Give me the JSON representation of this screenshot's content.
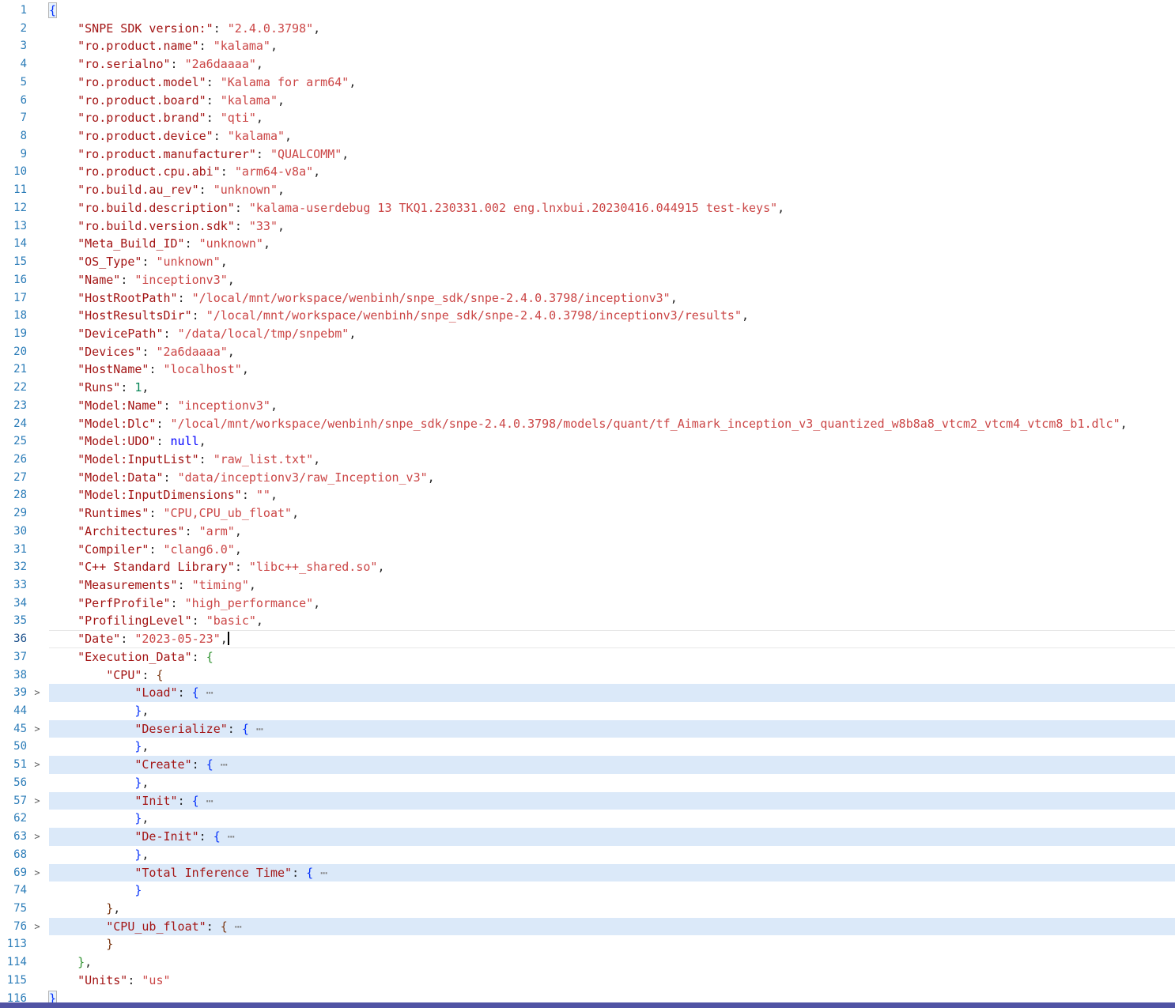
{
  "editor": {
    "fold_collapsed_glyph": ">",
    "ellipsis_glyph": "⋯",
    "colors": {
      "key": "#a31515",
      "string": "#cb4646",
      "number": "#098658",
      "null_literal": "#0000ff",
      "punctuation": "#242424",
      "bracket_level1": "#0431fa",
      "bracket_level2": "#319331",
      "bracket_level3": "#7b3814",
      "ellipsis": "#7d7d7d",
      "fold_highlight": "#dbe9f9",
      "line_number": "#2b7cb8",
      "active_line_number": "#1a4f8a",
      "current_line_border": "#e7e7e7",
      "bracket_match_bg": "#e8f2fc",
      "bracket_match_border": "#b5b5b5",
      "bottom_bar": "#5053a4",
      "background": "#ffffff",
      "fold_icon": "#5f5f5f"
    }
  },
  "lines": [
    {
      "n": "1",
      "t": [
        [
          "{",
          "b1 m"
        ]
      ]
    },
    {
      "n": "2",
      "t": [
        [
          "    ",
          "p"
        ],
        [
          "\"SNPE SDK version:\"",
          "k"
        ],
        [
          ": ",
          "p"
        ],
        [
          "\"2.4.0.3798\"",
          "s"
        ],
        [
          ",",
          "p"
        ]
      ]
    },
    {
      "n": "3",
      "t": [
        [
          "    ",
          "p"
        ],
        [
          "\"ro.product.name\"",
          "k"
        ],
        [
          ": ",
          "p"
        ],
        [
          "\"kalama\"",
          "s"
        ],
        [
          ",",
          "p"
        ]
      ]
    },
    {
      "n": "4",
      "t": [
        [
          "    ",
          "p"
        ],
        [
          "\"ro.serialno\"",
          "k"
        ],
        [
          ": ",
          "p"
        ],
        [
          "\"2a6daaaa\"",
          "s"
        ],
        [
          ",",
          "p"
        ]
      ]
    },
    {
      "n": "5",
      "t": [
        [
          "    ",
          "p"
        ],
        [
          "\"ro.product.model\"",
          "k"
        ],
        [
          ": ",
          "p"
        ],
        [
          "\"Kalama for arm64\"",
          "s"
        ],
        [
          ",",
          "p"
        ]
      ]
    },
    {
      "n": "6",
      "t": [
        [
          "    ",
          "p"
        ],
        [
          "\"ro.product.board\"",
          "k"
        ],
        [
          ": ",
          "p"
        ],
        [
          "\"kalama\"",
          "s"
        ],
        [
          ",",
          "p"
        ]
      ]
    },
    {
      "n": "7",
      "t": [
        [
          "    ",
          "p"
        ],
        [
          "\"ro.product.brand\"",
          "k"
        ],
        [
          ": ",
          "p"
        ],
        [
          "\"qti\"",
          "s"
        ],
        [
          ",",
          "p"
        ]
      ]
    },
    {
      "n": "8",
      "t": [
        [
          "    ",
          "p"
        ],
        [
          "\"ro.product.device\"",
          "k"
        ],
        [
          ": ",
          "p"
        ],
        [
          "\"kalama\"",
          "s"
        ],
        [
          ",",
          "p"
        ]
      ]
    },
    {
      "n": "9",
      "t": [
        [
          "    ",
          "p"
        ],
        [
          "\"ro.product.manufacturer\"",
          "k"
        ],
        [
          ": ",
          "p"
        ],
        [
          "\"QUALCOMM\"",
          "s"
        ],
        [
          ",",
          "p"
        ]
      ]
    },
    {
      "n": "10",
      "t": [
        [
          "    ",
          "p"
        ],
        [
          "\"ro.product.cpu.abi\"",
          "k"
        ],
        [
          ": ",
          "p"
        ],
        [
          "\"arm64-v8a\"",
          "s"
        ],
        [
          ",",
          "p"
        ]
      ]
    },
    {
      "n": "11",
      "t": [
        [
          "    ",
          "p"
        ],
        [
          "\"ro.build.au_rev\"",
          "k"
        ],
        [
          ": ",
          "p"
        ],
        [
          "\"unknown\"",
          "s"
        ],
        [
          ",",
          "p"
        ]
      ]
    },
    {
      "n": "12",
      "t": [
        [
          "    ",
          "p"
        ],
        [
          "\"ro.build.description\"",
          "k"
        ],
        [
          ": ",
          "p"
        ],
        [
          "\"kalama-userdebug 13 TKQ1.230331.002 eng.lnxbui.20230416.044915 test-keys\"",
          "s"
        ],
        [
          ",",
          "p"
        ]
      ]
    },
    {
      "n": "13",
      "t": [
        [
          "    ",
          "p"
        ],
        [
          "\"ro.build.version.sdk\"",
          "k"
        ],
        [
          ": ",
          "p"
        ],
        [
          "\"33\"",
          "s"
        ],
        [
          ",",
          "p"
        ]
      ]
    },
    {
      "n": "14",
      "t": [
        [
          "    ",
          "p"
        ],
        [
          "\"Meta_Build_ID\"",
          "k"
        ],
        [
          ": ",
          "p"
        ],
        [
          "\"unknown\"",
          "s"
        ],
        [
          ",",
          "p"
        ]
      ]
    },
    {
      "n": "15",
      "t": [
        [
          "    ",
          "p"
        ],
        [
          "\"OS_Type\"",
          "k"
        ],
        [
          ": ",
          "p"
        ],
        [
          "\"unknown\"",
          "s"
        ],
        [
          ",",
          "p"
        ]
      ]
    },
    {
      "n": "16",
      "t": [
        [
          "    ",
          "p"
        ],
        [
          "\"Name\"",
          "k"
        ],
        [
          ": ",
          "p"
        ],
        [
          "\"inceptionv3\"",
          "s"
        ],
        [
          ",",
          "p"
        ]
      ]
    },
    {
      "n": "17",
      "t": [
        [
          "    ",
          "p"
        ],
        [
          "\"HostRootPath\"",
          "k"
        ],
        [
          ": ",
          "p"
        ],
        [
          "\"/local/mnt/workspace/wenbinh/snpe_sdk/snpe-2.4.0.3798/inceptionv3\"",
          "s"
        ],
        [
          ",",
          "p"
        ]
      ]
    },
    {
      "n": "18",
      "t": [
        [
          "    ",
          "p"
        ],
        [
          "\"HostResultsDir\"",
          "k"
        ],
        [
          ": ",
          "p"
        ],
        [
          "\"/local/mnt/workspace/wenbinh/snpe_sdk/snpe-2.4.0.3798/inceptionv3/results\"",
          "s"
        ],
        [
          ",",
          "p"
        ]
      ]
    },
    {
      "n": "19",
      "t": [
        [
          "    ",
          "p"
        ],
        [
          "\"DevicePath\"",
          "k"
        ],
        [
          ": ",
          "p"
        ],
        [
          "\"/data/local/tmp/snpebm\"",
          "s"
        ],
        [
          ",",
          "p"
        ]
      ]
    },
    {
      "n": "20",
      "t": [
        [
          "    ",
          "p"
        ],
        [
          "\"Devices\"",
          "k"
        ],
        [
          ": ",
          "p"
        ],
        [
          "\"2a6daaaa\"",
          "s"
        ],
        [
          ",",
          "p"
        ]
      ]
    },
    {
      "n": "21",
      "t": [
        [
          "    ",
          "p"
        ],
        [
          "\"HostName\"",
          "k"
        ],
        [
          ": ",
          "p"
        ],
        [
          "\"localhost\"",
          "s"
        ],
        [
          ",",
          "p"
        ]
      ]
    },
    {
      "n": "22",
      "t": [
        [
          "    ",
          "p"
        ],
        [
          "\"Runs\"",
          "k"
        ],
        [
          ": ",
          "p"
        ],
        [
          "1",
          "n"
        ],
        [
          ",",
          "p"
        ]
      ]
    },
    {
      "n": "23",
      "t": [
        [
          "    ",
          "p"
        ],
        [
          "\"Model:Name\"",
          "k"
        ],
        [
          ": ",
          "p"
        ],
        [
          "\"inceptionv3\"",
          "s"
        ],
        [
          ",",
          "p"
        ]
      ]
    },
    {
      "n": "24",
      "t": [
        [
          "    ",
          "p"
        ],
        [
          "\"Model:Dlc\"",
          "k"
        ],
        [
          ": ",
          "p"
        ],
        [
          "\"/local/mnt/workspace/wenbinh/snpe_sdk/snpe-2.4.0.3798/models/quant/tf_Aimark_inception_v3_quantized_w8b8a8_vtcm2_vtcm4_vtcm8_b1.dlc\"",
          "s"
        ],
        [
          ",",
          "p"
        ]
      ]
    },
    {
      "n": "25",
      "t": [
        [
          "    ",
          "p"
        ],
        [
          "\"Model:UDO\"",
          "k"
        ],
        [
          ": ",
          "p"
        ],
        [
          "null",
          "u"
        ],
        [
          ",",
          "p"
        ]
      ]
    },
    {
      "n": "26",
      "t": [
        [
          "    ",
          "p"
        ],
        [
          "\"Model:InputList\"",
          "k"
        ],
        [
          ": ",
          "p"
        ],
        [
          "\"raw_list.txt\"",
          "s"
        ],
        [
          ",",
          "p"
        ]
      ]
    },
    {
      "n": "27",
      "t": [
        [
          "    ",
          "p"
        ],
        [
          "\"Model:Data\"",
          "k"
        ],
        [
          ": ",
          "p"
        ],
        [
          "\"data/inceptionv3/raw_Inception_v3\"",
          "s"
        ],
        [
          ",",
          "p"
        ]
      ]
    },
    {
      "n": "28",
      "t": [
        [
          "    ",
          "p"
        ],
        [
          "\"Model:InputDimensions\"",
          "k"
        ],
        [
          ": ",
          "p"
        ],
        [
          "\"\"",
          "s"
        ],
        [
          ",",
          "p"
        ]
      ]
    },
    {
      "n": "29",
      "t": [
        [
          "    ",
          "p"
        ],
        [
          "\"Runtimes\"",
          "k"
        ],
        [
          ": ",
          "p"
        ],
        [
          "\"CPU,CPU_ub_float\"",
          "s"
        ],
        [
          ",",
          "p"
        ]
      ]
    },
    {
      "n": "30",
      "t": [
        [
          "    ",
          "p"
        ],
        [
          "\"Architectures\"",
          "k"
        ],
        [
          ": ",
          "p"
        ],
        [
          "\"arm\"",
          "s"
        ],
        [
          ",",
          "p"
        ]
      ]
    },
    {
      "n": "31",
      "t": [
        [
          "    ",
          "p"
        ],
        [
          "\"Compiler\"",
          "k"
        ],
        [
          ": ",
          "p"
        ],
        [
          "\"clang6.0\"",
          "s"
        ],
        [
          ",",
          "p"
        ]
      ]
    },
    {
      "n": "32",
      "t": [
        [
          "    ",
          "p"
        ],
        [
          "\"C++ Standard Library\"",
          "k"
        ],
        [
          ": ",
          "p"
        ],
        [
          "\"libc++_shared.so\"",
          "s"
        ],
        [
          ",",
          "p"
        ]
      ]
    },
    {
      "n": "33",
      "t": [
        [
          "    ",
          "p"
        ],
        [
          "\"Measurements\"",
          "k"
        ],
        [
          ": ",
          "p"
        ],
        [
          "\"timing\"",
          "s"
        ],
        [
          ",",
          "p"
        ]
      ]
    },
    {
      "n": "34",
      "t": [
        [
          "    ",
          "p"
        ],
        [
          "\"PerfProfile\"",
          "k"
        ],
        [
          ": ",
          "p"
        ],
        [
          "\"high_performance\"",
          "s"
        ],
        [
          ",",
          "p"
        ]
      ]
    },
    {
      "n": "35",
      "t": [
        [
          "    ",
          "p"
        ],
        [
          "\"ProfilingLevel\"",
          "k"
        ],
        [
          ": ",
          "p"
        ],
        [
          "\"basic\"",
          "s"
        ],
        [
          ",",
          "p"
        ]
      ]
    },
    {
      "n": "36",
      "cur": true,
      "t": [
        [
          "    ",
          "p"
        ],
        [
          "\"Date\"",
          "k"
        ],
        [
          ": ",
          "p"
        ],
        [
          "\"2023-05-23\"",
          "s"
        ],
        [
          ",",
          "p"
        ]
      ]
    },
    {
      "n": "37",
      "t": [
        [
          "    ",
          "p"
        ],
        [
          "\"Execution_Data\"",
          "k"
        ],
        [
          ": ",
          "p"
        ],
        [
          "{",
          "b2"
        ]
      ]
    },
    {
      "n": "38",
      "t": [
        [
          "        ",
          "p"
        ],
        [
          "\"CPU\"",
          "k"
        ],
        [
          ": ",
          "p"
        ],
        [
          "{",
          "b3"
        ]
      ]
    },
    {
      "n": "39",
      "a": true,
      "h": true,
      "t": [
        [
          "            ",
          "p"
        ],
        [
          "\"Load\"",
          "k"
        ],
        [
          ": ",
          "p"
        ],
        [
          "{",
          "b1"
        ],
        [
          " ⋯",
          "e"
        ]
      ]
    },
    {
      "n": "44",
      "t": [
        [
          "            ",
          "p"
        ],
        [
          "}",
          "b1"
        ],
        [
          ",",
          "p"
        ]
      ]
    },
    {
      "n": "45",
      "a": true,
      "h": true,
      "t": [
        [
          "            ",
          "p"
        ],
        [
          "\"Deserialize\"",
          "k"
        ],
        [
          ": ",
          "p"
        ],
        [
          "{",
          "b1"
        ],
        [
          " ⋯",
          "e"
        ]
      ]
    },
    {
      "n": "50",
      "t": [
        [
          "            ",
          "p"
        ],
        [
          "}",
          "b1"
        ],
        [
          ",",
          "p"
        ]
      ]
    },
    {
      "n": "51",
      "a": true,
      "h": true,
      "t": [
        [
          "            ",
          "p"
        ],
        [
          "\"Create\"",
          "k"
        ],
        [
          ": ",
          "p"
        ],
        [
          "{",
          "b1"
        ],
        [
          " ⋯",
          "e"
        ]
      ]
    },
    {
      "n": "56",
      "t": [
        [
          "            ",
          "p"
        ],
        [
          "}",
          "b1"
        ],
        [
          ",",
          "p"
        ]
      ]
    },
    {
      "n": "57",
      "a": true,
      "h": true,
      "t": [
        [
          "            ",
          "p"
        ],
        [
          "\"Init\"",
          "k"
        ],
        [
          ": ",
          "p"
        ],
        [
          "{",
          "b1"
        ],
        [
          " ⋯",
          "e"
        ]
      ]
    },
    {
      "n": "62",
      "t": [
        [
          "            ",
          "p"
        ],
        [
          "}",
          "b1"
        ],
        [
          ",",
          "p"
        ]
      ]
    },
    {
      "n": "63",
      "a": true,
      "h": true,
      "t": [
        [
          "            ",
          "p"
        ],
        [
          "\"De-Init\"",
          "k"
        ],
        [
          ": ",
          "p"
        ],
        [
          "{",
          "b1"
        ],
        [
          " ⋯",
          "e"
        ]
      ]
    },
    {
      "n": "68",
      "t": [
        [
          "            ",
          "p"
        ],
        [
          "}",
          "b1"
        ],
        [
          ",",
          "p"
        ]
      ]
    },
    {
      "n": "69",
      "a": true,
      "h": true,
      "t": [
        [
          "            ",
          "p"
        ],
        [
          "\"Total Inference Time\"",
          "k"
        ],
        [
          ": ",
          "p"
        ],
        [
          "{",
          "b1"
        ],
        [
          " ⋯",
          "e"
        ]
      ]
    },
    {
      "n": "74",
      "t": [
        [
          "            ",
          "p"
        ],
        [
          "}",
          "b1"
        ]
      ]
    },
    {
      "n": "75",
      "t": [
        [
          "        ",
          "p"
        ],
        [
          "}",
          "b3"
        ],
        [
          ",",
          "p"
        ]
      ]
    },
    {
      "n": "76",
      "a": true,
      "h": true,
      "t": [
        [
          "        ",
          "p"
        ],
        [
          "\"CPU_ub_float\"",
          "k"
        ],
        [
          ": ",
          "p"
        ],
        [
          "{",
          "b3"
        ],
        [
          " ⋯",
          "e"
        ]
      ]
    },
    {
      "n": "113",
      "t": [
        [
          "        ",
          "p"
        ],
        [
          "}",
          "b3"
        ]
      ]
    },
    {
      "n": "114",
      "t": [
        [
          "    ",
          "p"
        ],
        [
          "}",
          "b2"
        ],
        [
          ",",
          "p"
        ]
      ]
    },
    {
      "n": "115",
      "t": [
        [
          "    ",
          "p"
        ],
        [
          "\"Units\"",
          "k"
        ],
        [
          ": ",
          "p"
        ],
        [
          "\"us\"",
          "s"
        ]
      ]
    },
    {
      "n": "116",
      "t": [
        [
          "}",
          "b1 m"
        ]
      ]
    }
  ]
}
